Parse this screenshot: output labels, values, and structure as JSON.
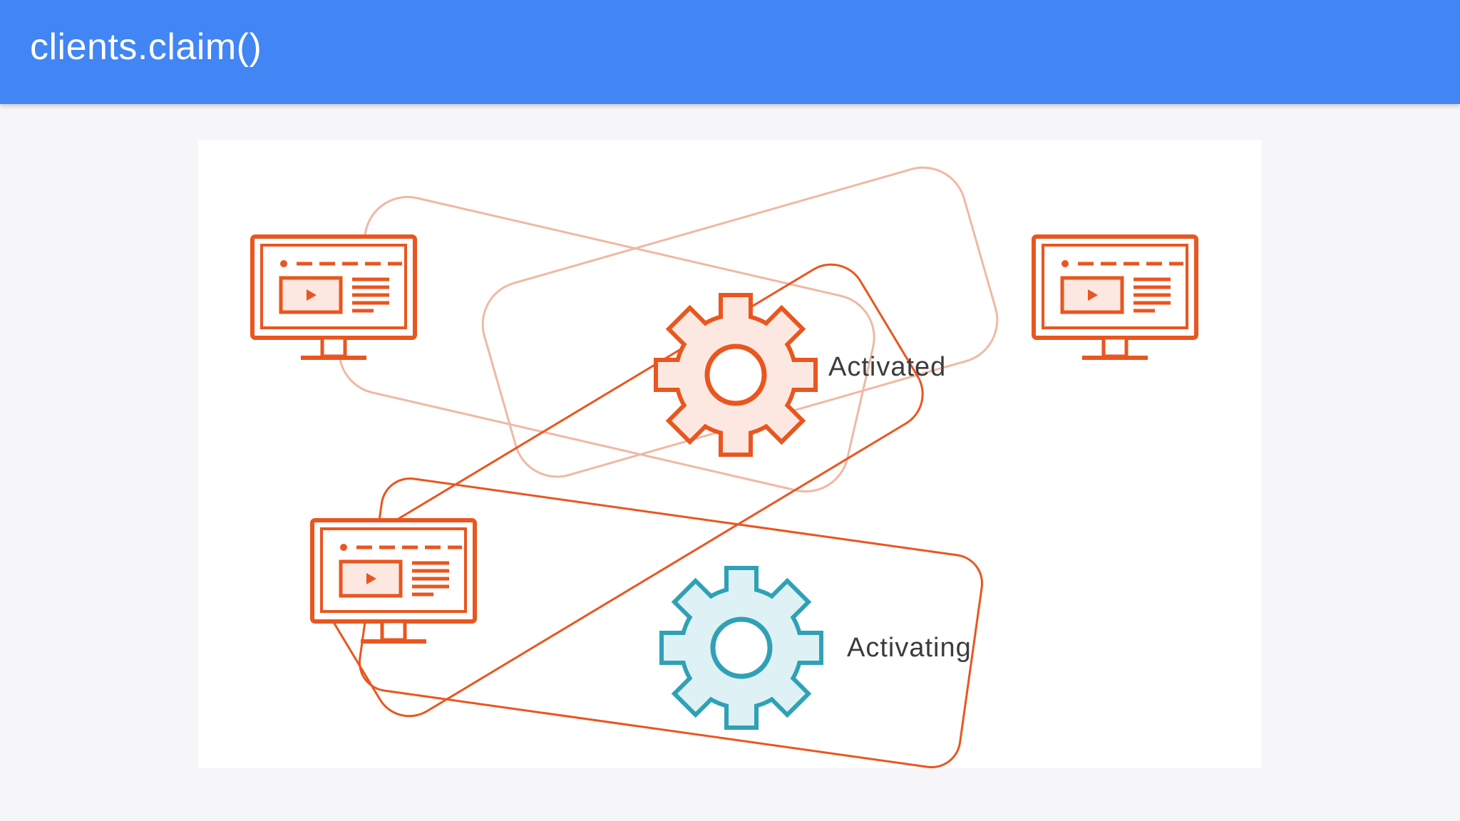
{
  "slide": {
    "title": "clients.claim()"
  },
  "diagram": {
    "activated_label": "Activated",
    "activating_label": "Activating"
  },
  "colors": {
    "header_bg": "#4285f4",
    "accent_orange": "#e9561f",
    "group_light": "#f0b8a4",
    "gear_blue": "#2fa1b6",
    "gear_blue_fill": "#def1f4",
    "orange_fill": "#fde8e1"
  },
  "icons": [
    "monitor-icon",
    "gear-icon"
  ]
}
